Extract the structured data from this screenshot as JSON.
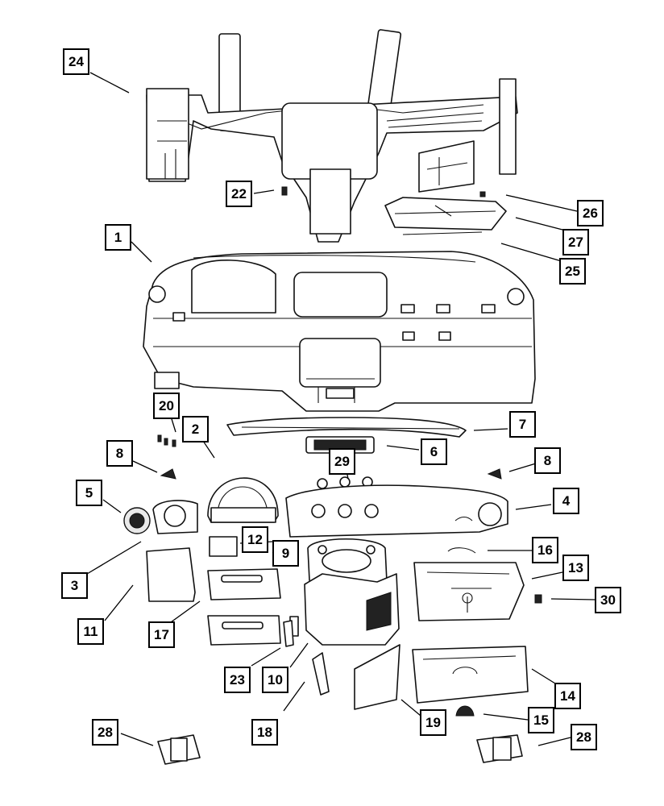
{
  "diagram": {
    "callouts": [
      {
        "id": "c24",
        "label": "24"
      },
      {
        "id": "c22",
        "label": "22"
      },
      {
        "id": "c26",
        "label": "26"
      },
      {
        "id": "c27",
        "label": "27"
      },
      {
        "id": "c25",
        "label": "25"
      },
      {
        "id": "c1",
        "label": "1"
      },
      {
        "id": "c20",
        "label": "20"
      },
      {
        "id": "c2",
        "label": "2"
      },
      {
        "id": "c7",
        "label": "7"
      },
      {
        "id": "c8a",
        "label": "8"
      },
      {
        "id": "c6",
        "label": "6"
      },
      {
        "id": "c29",
        "label": "29"
      },
      {
        "id": "c8b",
        "label": "8"
      },
      {
        "id": "c5",
        "label": "5"
      },
      {
        "id": "c4",
        "label": "4"
      },
      {
        "id": "c12",
        "label": "12"
      },
      {
        "id": "c9",
        "label": "9"
      },
      {
        "id": "c16",
        "label": "16"
      },
      {
        "id": "c3",
        "label": "3"
      },
      {
        "id": "c13",
        "label": "13"
      },
      {
        "id": "c30",
        "label": "30"
      },
      {
        "id": "c11",
        "label": "11"
      },
      {
        "id": "c17",
        "label": "17"
      },
      {
        "id": "c23",
        "label": "23"
      },
      {
        "id": "c10",
        "label": "10"
      },
      {
        "id": "c14",
        "label": "14"
      },
      {
        "id": "c15",
        "label": "15"
      },
      {
        "id": "c18",
        "label": "18"
      },
      {
        "id": "c19",
        "label": "19"
      },
      {
        "id": "c28a",
        "label": "28"
      },
      {
        "id": "c28b",
        "label": "28"
      }
    ]
  }
}
